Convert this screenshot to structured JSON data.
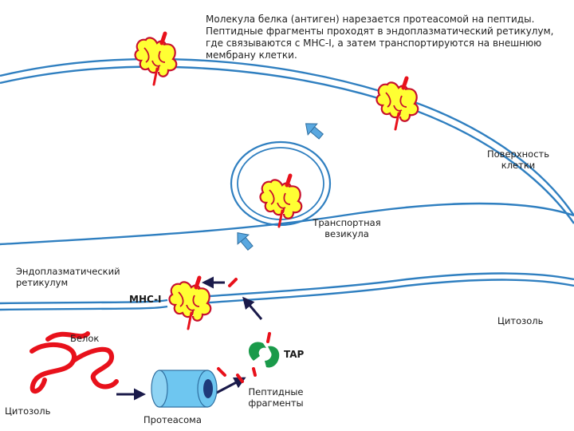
{
  "caption": "Молекула белка (антиген) нарезается протеасомой на пептиды. Пептидные фрагменты проходят в эндоплазматический ретикулум, где связываются с MHC-I, а затем транспортируются на внешнюю мембрану клетки.",
  "labels": {
    "cell_surface_1": "Поверхность",
    "cell_surface_2": "клетки",
    "vesicle_1": "Транспортная",
    "vesicle_2": "везикула",
    "er_1": "Эндоплазматический",
    "er_2": "ретикулум",
    "mhc": "MHC-I",
    "cytosol_right": "Цитозоль",
    "protein": "Белок",
    "tap": "TAP",
    "peptides_1": "Пептидные",
    "peptides_2": "фрагменты",
    "cytosol_left": "Цитозоль",
    "proteasome": "Протеасома"
  },
  "colors": {
    "membrane": "#2f7fc0",
    "mhc_fill": "#ffff33",
    "mhc_outline": "#c8102e",
    "peptide": "#e8111b",
    "tap": "#1a9a4a",
    "arrow": "#1a1a4a",
    "vesicle_arrow": "#5aa8e0",
    "proteasome": "#6ec6f0"
  }
}
